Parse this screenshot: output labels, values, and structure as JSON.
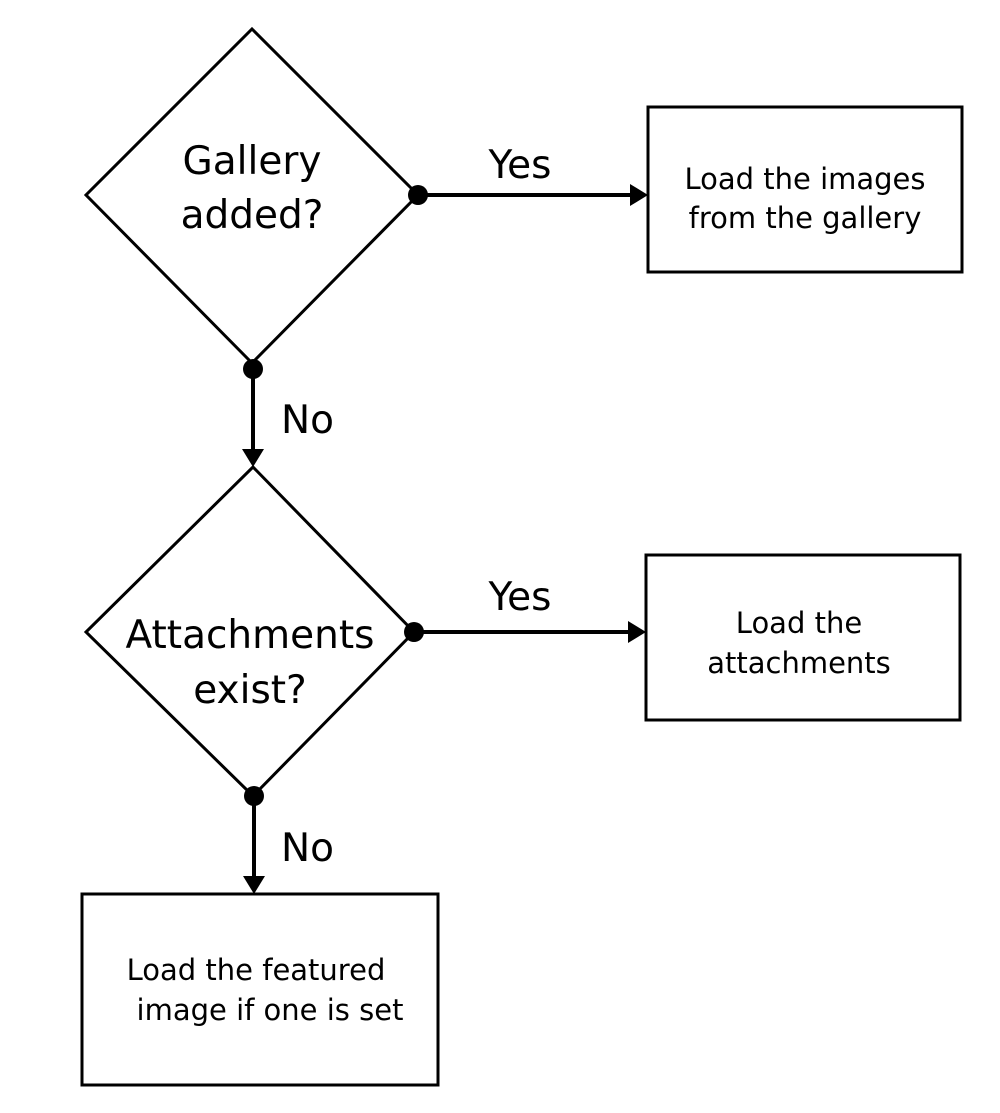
{
  "nodes": {
    "gallery_decision": {
      "line1": "Gallery",
      "line2": "added?"
    },
    "load_gallery": {
      "line1": "Load the images",
      "line2": "from the gallery"
    },
    "attachments_decision": {
      "line1": "Attachments",
      "line2": "exist?"
    },
    "load_attachments": {
      "line1": "Load the",
      "line2": "attachments"
    },
    "load_featured": {
      "line1": "Load the featured",
      "line2": "image if one is set"
    }
  },
  "edges": {
    "gallery_yes": "Yes",
    "gallery_no": "No",
    "attachments_yes": "Yes",
    "attachments_no": "No"
  }
}
